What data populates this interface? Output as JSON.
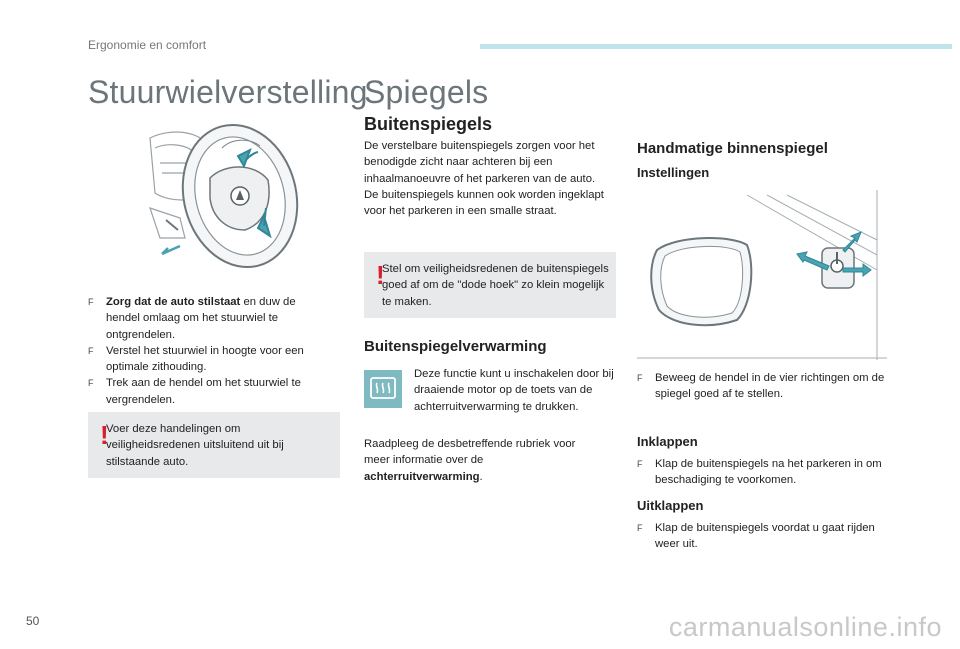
{
  "header": {
    "section": "Ergonomie en comfort",
    "accent": "#bfe5ea"
  },
  "left": {
    "title": "Stuurwielverstelling",
    "steps": [
      {
        "bold": "Zorg dat de auto stilstaat",
        "rest": " en duw de hendel omlaag om het stuurwiel te ontgrendelen."
      },
      {
        "bold": "",
        "rest": "Verstel het stuurwiel in hoogte voor een optimale zithouding."
      },
      {
        "bold": "",
        "rest": "Trek aan de hendel om het stuurwiel te vergrendelen."
      }
    ],
    "warning": "Voer deze handelingen om veiligheidsredenen uitsluitend uit bij stilstaande auto."
  },
  "middle": {
    "title": "Spiegels",
    "subtitle": "Buitenspiegels",
    "intro": "De verstelbare buitenspiegels zorgen voor het benodigde zicht naar achteren bij een inhaalmanoeuvre of het parkeren van de auto. De buitenspiegels kunnen ook worden ingeklapt voor het parkeren in een smalle straat.",
    "warning": "Stel om veiligheidsredenen de buitenspiegels goed af om de \"dode hoek\" zo klein mogelijk te maken.",
    "heating_title": "Buitenspiegelverwarming",
    "heating_text": "Deze functie kunt u inschakelen door bij draaiende motor op de toets van de achterruitverwarming te drukken.",
    "ref_text": "Raadpleeg de desbetreffende rubriek voor meer informatie over de ",
    "ref_bold": "achterruitverwarming",
    "ref_end": ".",
    "icon_color": "#7fb9c2"
  },
  "right": {
    "title": "Handmatige binnenspiegel",
    "settings_title": "Instellingen",
    "settings_step": "Beweeg de hendel in de vier richtingen om de spiegel goed af te stellen.",
    "fold_title": "Inklappen",
    "fold_step": "Klap de buitenspiegels na het parkeren in om beschadiging te voorkomen.",
    "unfold_title": "Uitklappen",
    "unfold_step": "Klap de buitenspiegels voordat u gaat rijden weer uit."
  },
  "bullet_glyph": "F",
  "warning_glyph": "!",
  "page_number": "50",
  "watermark": "carmanualsonline.info"
}
